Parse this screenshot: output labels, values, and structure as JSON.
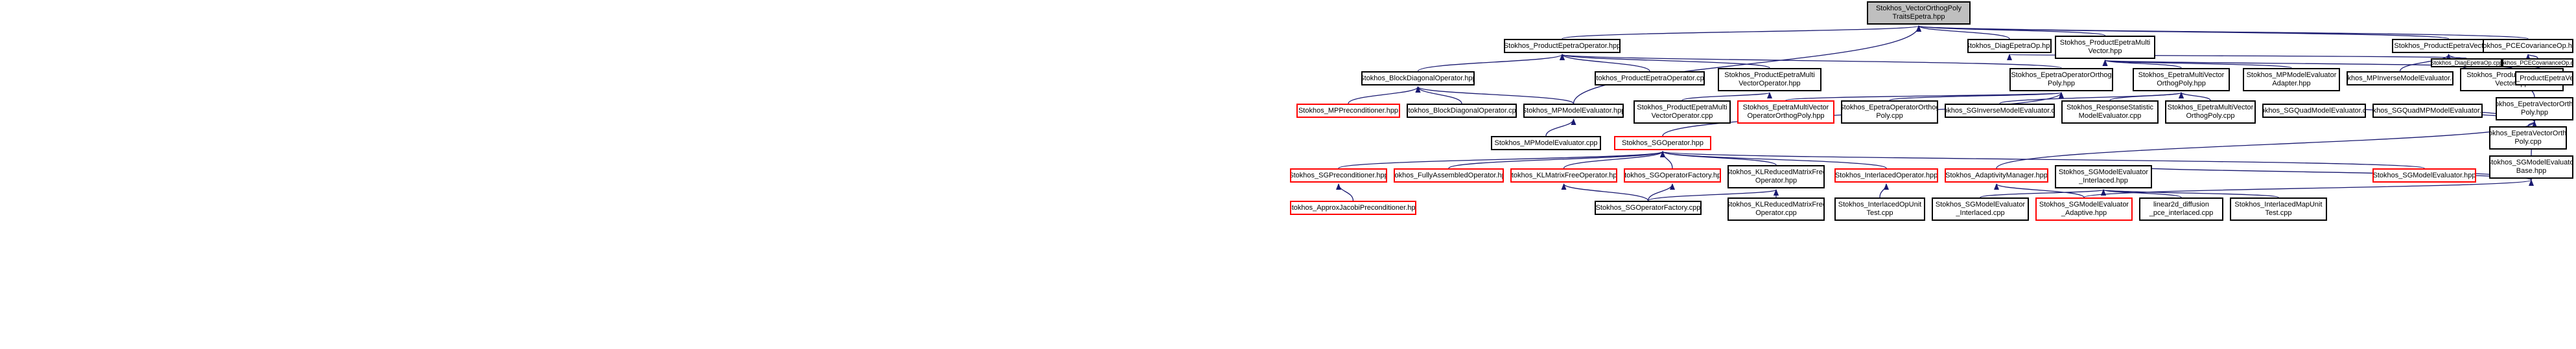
{
  "colors": {
    "edge": "#191970",
    "node_border": "#000000",
    "missing_border": "#ff0000",
    "root_fill": "#bfbfbf"
  },
  "nodes": {
    "root": "Stokhos_VectorOrthogPoly\nTraitsEpetra.hpp",
    "product_epetra_operator_hpp": "Stokhos_ProductEpetraOperator.hpp",
    "product_epetra_multivector_hpp": "Stokhos_ProductEpetraMulti\nVector.hpp",
    "product_epetra_vector_hpp": "Stokhos_ProductEpetraVector.hpp",
    "diag_epetra_op_hpp": "Stokhos_DiagEpetraOp.hpp",
    "pce_covariance_op_hpp": "Stokhos_PCECovarianceOp.hpp",
    "block_diagonal_operator_hpp": "Stokhos_BlockDiagonalOperator.hpp",
    "product_epetra_operator_cpp": "Stokhos_ProductEpetraOperator.cpp",
    "product_epetra_multivector_operator_hpp": "Stokhos_ProductEpetraMulti\nVectorOperator.hpp",
    "epetra_operator_orthog_poly_hpp": "Stokhos_EpetraOperatorOrthog\nPoly.hpp",
    "epetra_multivector_orthog_poly_hpp": "Stokhos_EpetraMultiVector\nOrthogPoly.hpp",
    "mp_model_evaluator_adapter_hpp": "Stokhos_MPModelEvaluator\nAdapter.hpp",
    "mp_inverse_model_evaluator_cpp": "Stokhos_MPInverseModelEvaluator.cpp",
    "product_epetra_multivector_cpp": "Stokhos_ProductEpetraMulti\nVector.cpp",
    "product_epetra_vector_cpp": "Stokhos_ProductEpetraVector.cpp",
    "epetra_vector_orthog_poly_hpp": "Stokhos_EpetraVectorOrthog\nPoly.hpp",
    "diag_epetra_op_cpp": "Stokhos_DiagEpetraOp.cpp",
    "pce_covariance_op_cpp": "Stokhos_PCECovarianceOp.cpp",
    "mp_preconditioner_hpp": "Stokhos_MPPreconditioner.hpp",
    "block_diagonal_operator_cpp": "Stokhos_BlockDiagonalOperator.cpp",
    "mp_model_evaluator_hpp": "Stokhos_MPModelEvaluator.hpp",
    "product_epetra_multivector_operator_cpp": "Stokhos_ProductEpetraMulti\nVectorOperator.cpp",
    "epetra_multivector_operator_orthog_poly_hpp": "Stokhos_EpetraMultiVector\nOperatorOrthogPoly.hpp",
    "epetra_operator_orthog_poly_cpp": "Stokhos_EpetraOperatorOrthog\nPoly.cpp",
    "sg_inverse_model_evaluator_cpp": "Stokhos_SGInverseModelEvaluator.cpp",
    "response_statistic_model_evaluator_cpp": "Stokhos_ResponseStatistic\nModelEvaluator.cpp",
    "epetra_multivector_orthog_poly_cpp": "Stokhos_EpetraMultiVector\nOrthogPoly.cpp",
    "sg_quad_model_evaluator_cpp": "Stokhos_SGQuadModelEvaluator.cpp",
    "sg_quad_mp_model_evaluator_cpp": "Stokhos_SGQuadMPModelEvaluator.cpp",
    "epetra_vector_orthog_poly_cpp": "Stokhos_EpetraVectorOrthog\nPoly.cpp",
    "sg_model_evaluator_base_hpp": "Stokhos_SGModelEvaluator\nBase.hpp",
    "sg_operator_hpp": "Stokhos_SGOperator.hpp",
    "mp_model_evaluator_cpp": "Stokhos_MPModelEvaluator.cpp",
    "sg_preconditioner_hpp": "Stokhos_SGPreconditioner.hpp",
    "fully_assembled_operator_hpp": "Stokhos_FullyAssembledOperator.hpp",
    "kl_matrix_free_operator_hpp": "Stokhos_KLMatrixFreeOperator.hpp",
    "sg_operator_factory_hpp": "Stokhos_SGOperatorFactory.hpp",
    "kl_reduced_matrix_free_operator_hpp": "Stokhos_KLReducedMatrixFree\nOperator.hpp",
    "interlaced_operator_hpp": "Stokhos_InterlacedOperator.hpp",
    "adaptivity_manager_hpp": "Stokhos_AdaptivityManager.hpp",
    "sg_model_evaluator_interlaced_hpp": "Stokhos_SGModelEvaluator\n_Interlaced.hpp",
    "sg_model_evaluator_hpp": "Stokhos_SGModelEvaluator.hpp",
    "approx_jacobi_preconditioner_hpp": "Stokhos_ApproxJacobiPreconditioner.hpp",
    "sg_operator_factory_cpp": "Stokhos_SGOperatorFactory.cpp",
    "kl_reduced_matrix_free_operator_cpp": "Stokhos_KLReducedMatrixFree\nOperator.cpp",
    "interlaced_op_unit_test_cpp": "Stokhos_InterlacedOpUnit\nTest.cpp",
    "sg_model_evaluator_interlaced_cpp": "Stokhos_SGModelEvaluator\n_Interlaced.cpp",
    "sg_model_evaluator_adaptive_hpp": "Stokhos_SGModelEvaluator\n_Adaptive.hpp",
    "linear2d_diffusion_pce_interlaced_cpp": "linear2d_diffusion\n_pce_interlaced.cpp",
    "interlaced_map_unit_test_cpp": "Stokhos_InterlacedMapUnit\nTest.cpp"
  }
}
